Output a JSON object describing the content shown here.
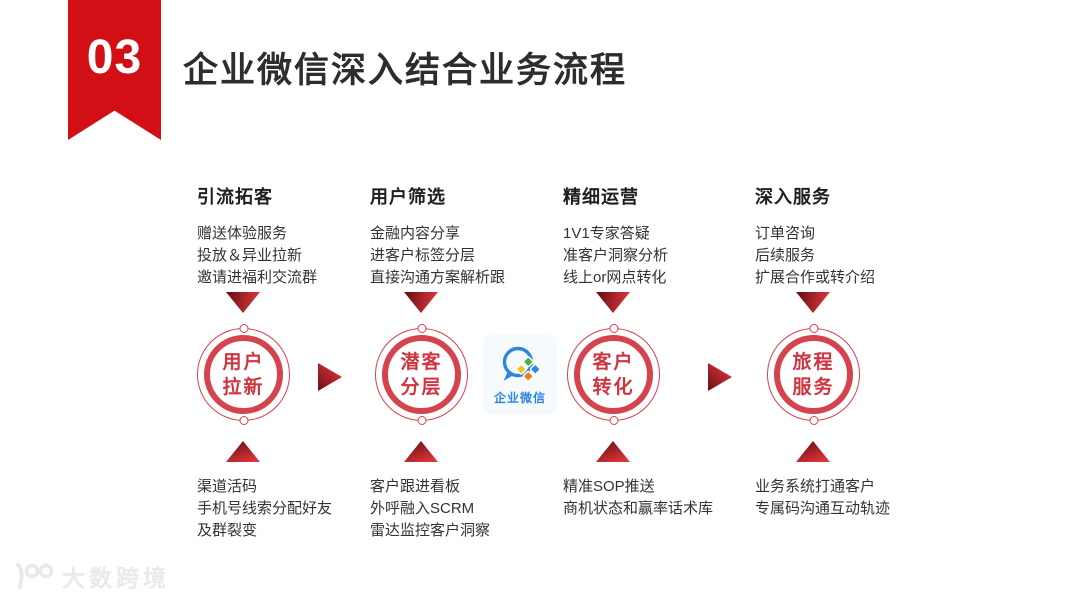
{
  "slide": {
    "badge_number": "03",
    "title": "企业微信深入结合业务流程"
  },
  "columns": [
    {
      "header": "引流拓客",
      "top_items": [
        "赠送体验服务",
        "投放＆异业拉新",
        "邀请进福利交流群"
      ],
      "circle_lines": [
        "用户",
        "拉新"
      ],
      "bottom_items": [
        "渠道活码",
        "手机号线索分配好友",
        "及群裂变"
      ]
    },
    {
      "header": "用户筛选",
      "top_items": [
        "金融内容分享",
        "进客户标签分层",
        "直接沟通方案解析跟"
      ],
      "circle_lines": [
        "潜客",
        "分层"
      ],
      "bottom_items": [
        "客户跟进看板",
        "外呼融入SCRM",
        "雷达监控客户洞察"
      ]
    },
    {
      "header": "精细运营",
      "top_items": [
        "1V1专家答疑",
        "准客户洞察分析",
        "线上or网点转化"
      ],
      "circle_lines": [
        "客户",
        "转化"
      ],
      "bottom_items": [
        "精准SOP推送",
        "商机状态和赢率话术库",
        ""
      ]
    },
    {
      "header": "深入服务",
      "top_items": [
        "订单咨询",
        "后续服务",
        "扩展合作或转介绍"
      ],
      "circle_lines": [
        "旅程",
        "服务"
      ],
      "bottom_items": [
        "业务系统打通客户",
        "专属码沟通互动轨迹",
        ""
      ]
    }
  ],
  "wechat": {
    "label": "企业微信"
  },
  "watermark": {
    "text": "大数跨境"
  },
  "colors": {
    "ribbon_red": "#d20f14",
    "circle_ring_red": "#d5434c",
    "circle_text_red": "#ce3540",
    "triangle_dark": "#5f0d10",
    "triangle_bright": "#ec3a40",
    "wechat_blue": "#2e86e0",
    "title_color": "#2d2d2d",
    "body_text": "#333333"
  }
}
